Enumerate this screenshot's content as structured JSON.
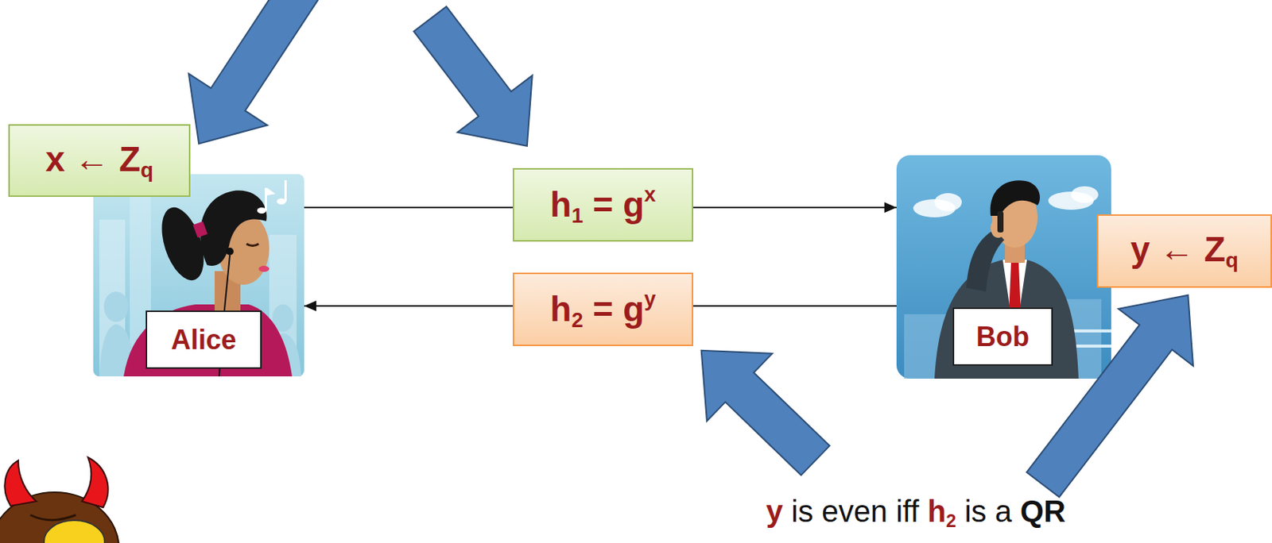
{
  "diagram": {
    "nodes": [
      {
        "text": [
          "x ← Zq"
        ]
      },
      {
        "text": [
          "Alice"
        ]
      },
      {
        "text": [
          "h1 = gx"
        ]
      },
      {
        "text": [
          "h2 = gy"
        ]
      },
      {
        "text": [
          "Bob"
        ]
      },
      {
        "text": [
          "y ← Zq"
        ]
      }
    ],
    "edges": [
      {
        "from": 1,
        "to": 2,
        "arrow": "none"
      },
      {
        "from": 2,
        "to": 4,
        "arrow": "to"
      },
      {
        "from": 4,
        "to": 3,
        "arrow": "none"
      },
      {
        "from": 3,
        "to": 1,
        "arrow": "to"
      }
    ],
    "labels": [
      "y is even iff h2 is a QR"
    ]
  }
}
